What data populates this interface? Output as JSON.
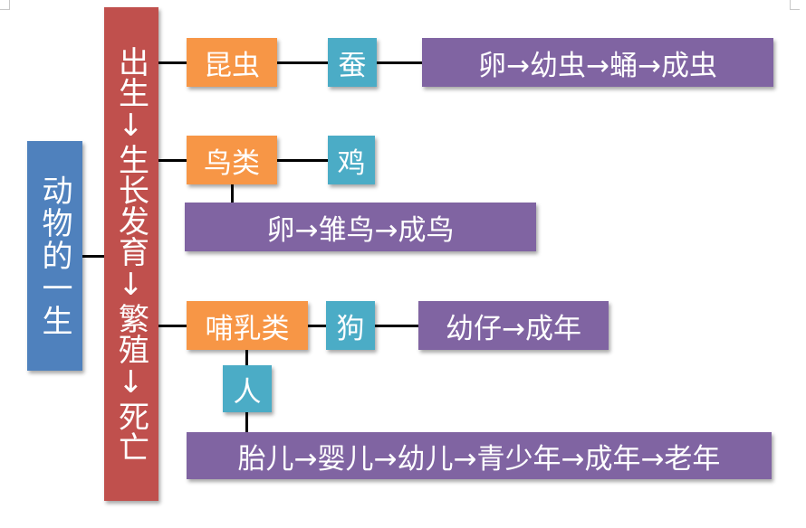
{
  "colors": {
    "root": "#4f81bd",
    "stages": "#c0504d",
    "category": "#f79646",
    "example": "#4bacc6",
    "cycle": "#8064a2",
    "connector": "#000000"
  },
  "root": {
    "label": "动物的一生"
  },
  "stages": {
    "label": "出生↓生长发育↓繁殖↓死亡"
  },
  "insects": {
    "category": "昆虫",
    "example": "蚕",
    "cycle": "卵→幼虫→蛹→成虫"
  },
  "birds": {
    "category": "鸟类",
    "example": "鸡",
    "cycle": "卵→雏鸟→成鸟"
  },
  "mammals": {
    "category": "哺乳类",
    "example_dog": "狗",
    "cycle_dog": "幼仔→成年",
    "example_human": "人",
    "cycle_human": "胎儿→婴儿→幼儿→青少年→成年→老年"
  }
}
